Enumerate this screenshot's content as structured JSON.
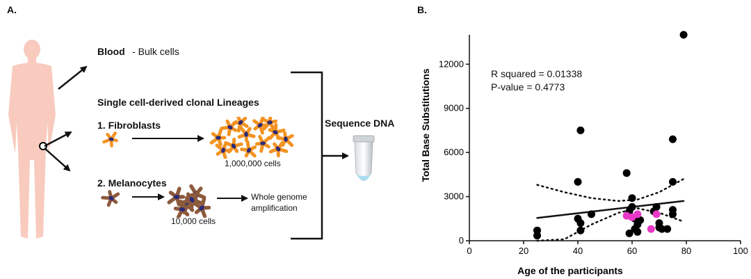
{
  "panel_a": {
    "label": "A.",
    "blood": {
      "title": "Blood",
      "subtitle": "- Bulk cells"
    },
    "lineages_heading": "Single cell-derived clonal Lineages",
    "fibroblasts": {
      "label": "1. Fibroblasts",
      "count": "1,000,000 cells",
      "cell_color": "#F39322"
    },
    "melanocytes": {
      "label": "2. Melanocytes",
      "count": "10,000 cells",
      "cell_color": "#8C5A3C"
    },
    "amplification": {
      "line1": "Whole genome",
      "line2": "amplification"
    },
    "sequence": "Sequence DNA",
    "body_color": "#F8CBBE"
  },
  "panel_b": {
    "label": "B.",
    "stats": {
      "r_squared": "R squared = 0.01338",
      "p_value": "P-value = 0.4773"
    }
  },
  "chart_data": {
    "type": "scatter",
    "xlabel": "Age of the participants",
    "ylabel": "Total Base Substitutions",
    "xlim": [
      0,
      100
    ],
    "ylim": [
      0,
      14000
    ],
    "xticks": [
      "0",
      "20",
      "40",
      "60",
      "80",
      "100"
    ],
    "yticks": [
      "0",
      "3000",
      "6000",
      "9000",
      "12000"
    ],
    "series": [
      {
        "color": "#000000",
        "points": [
          [
            25,
            350
          ],
          [
            25,
            700
          ],
          [
            40,
            1500
          ],
          [
            41,
            1200
          ],
          [
            41,
            700
          ],
          [
            45,
            1800
          ],
          [
            40,
            4000
          ],
          [
            41,
            7500
          ],
          [
            58,
            4600
          ],
          [
            59,
            500
          ],
          [
            59,
            2000
          ],
          [
            60,
            2300
          ],
          [
            60,
            2900
          ],
          [
            61,
            1500
          ],
          [
            61,
            800
          ],
          [
            62,
            600
          ],
          [
            62,
            1100
          ],
          [
            63,
            1400
          ],
          [
            68,
            2000
          ],
          [
            69,
            2300
          ],
          [
            70,
            1200
          ],
          [
            70,
            900
          ],
          [
            71,
            800
          ],
          [
            73,
            800
          ],
          [
            75,
            1800
          ],
          [
            75,
            2100
          ],
          [
            75,
            4000
          ],
          [
            75,
            6900
          ],
          [
            79,
            14000
          ]
        ]
      },
      {
        "color": "#E838C8",
        "points": [
          [
            58,
            1700
          ],
          [
            60,
            1600
          ],
          [
            62,
            1800
          ],
          [
            67,
            800
          ],
          [
            69,
            1800
          ]
        ]
      }
    ],
    "regression": {
      "x": [
        25,
        79
      ],
      "y": [
        1550,
        2700
      ]
    },
    "ci_upper": {
      "x": [
        25,
        35,
        45,
        55,
        62,
        70,
        79
      ],
      "y": [
        3800,
        3300,
        2900,
        2700,
        2800,
        3300,
        4200
      ]
    },
    "ci_lower": {
      "x": [
        25,
        35,
        45,
        55,
        62,
        70,
        79
      ],
      "y": [
        -800,
        100,
        1100,
        1900,
        2200,
        1900,
        1300
      ]
    }
  }
}
